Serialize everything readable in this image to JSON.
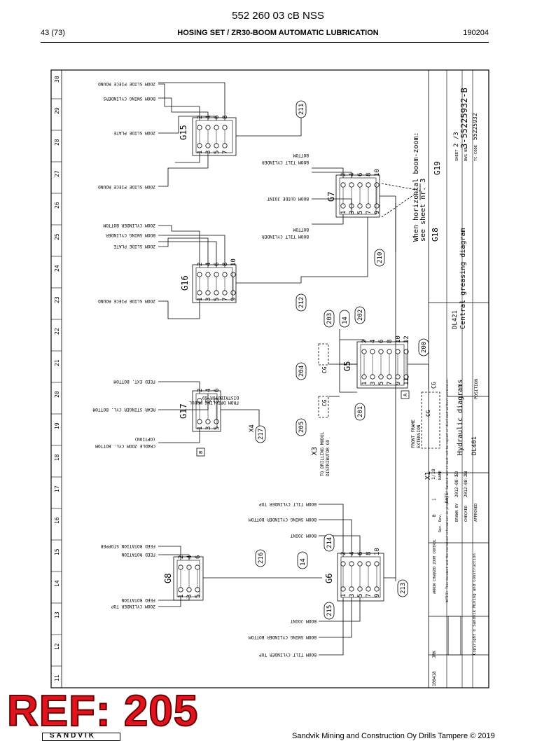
{
  "header": {
    "doc_number": "552 260 03 cB NSS",
    "page": "43 (73)",
    "title": "HOSING SET / ZR30-BOOM AUTOMATIC LUBRICATION",
    "date": "190204"
  },
  "grid_columns": [
    "30",
    "29",
    "28",
    "27",
    "26",
    "25",
    "24",
    "23",
    "22",
    "21",
    "20",
    "19",
    "18",
    "17",
    "16",
    "15",
    "14",
    "13",
    "12",
    "11"
  ],
  "distributors": {
    "g15": "G15",
    "g16": "G16",
    "g17": "G17",
    "g8": "G8",
    "g6": "G6",
    "g5": "G5",
    "g7": "G7",
    "g18": "G18",
    "g19": "G19"
  },
  "callouts": [
    "211",
    "212",
    "210",
    "203",
    "14",
    "202",
    "200",
    "204",
    "201",
    "205",
    "217",
    "216",
    "214",
    "14",
    "215",
    "213"
  ],
  "port_labels": {
    "even_a": [
      "2",
      "4",
      "6",
      "8",
      "10"
    ],
    "odd_a": [
      "1",
      "3",
      "5",
      "7",
      "9"
    ],
    "g5_even": [
      "2",
      "4",
      "6",
      "8",
      "10",
      "12"
    ],
    "g5_odd": [
      "1",
      "3",
      "5",
      "7",
      "9",
      "11"
    ],
    "g17_even": [
      "2",
      "4",
      "6"
    ],
    "g17_odd": [
      "1",
      "3",
      "5"
    ]
  },
  "labels": {
    "zoom_slide_piece_round_1": "ZOOM SLIDE PIECE ROUND",
    "boom_swing_cylinders": "BOOM SWING CYLINDERS",
    "zoom_slide_plate_1": "ZOOM SLIDE PLATE",
    "zoom_slide_piece_round_2": "ZOOM SLIDE PIECE ROUND",
    "zoom_cylinder_bottom": "ZOOM CYLINDER BOTTOM",
    "boom_swing_cylinder": "BOOM SWING CYLINDER",
    "zoom_slide_plate_2": "ZOOM SLIDE PLATE",
    "zoom_slide_piece_round_3": "ZOOM SLIDE PIECE ROUND",
    "boom_tilt_cylinder_bottom_1a": "BOOM TILT CYLINDER",
    "boom_tilt_cylinder_bottom_1b": "BOTTOM",
    "boom_guide_joint": "BOOM GUIDE JOINT",
    "boom_tilt_cylinder_bottom_2a": "BOOM TILT CYLINDER",
    "boom_tilt_cylinder_bottom_2b": "BOTTOM",
    "feed_ext_bottom": "FEED EXT. BOTTOM",
    "rear_stinger_cyl_bottom": "REAR STINGER CYL. BOTTOM",
    "option": "(OPTION)",
    "cradle_zoom_cyl_bottom": "CRADLE ZOOM CYL. BOTTOM",
    "from_drilling_modul_a": "FROM DRILLING MODUL",
    "from_drilling_modul_b": "DISTRIBUTOR G9",
    "x4": "X4",
    "to_drilling_modul_a": "TO DRILLING MODUL",
    "to_drilling_modul_b": "DISTRIBUTOR G9",
    "x3": "X3",
    "front_frame_a": "FRONT FRAME",
    "front_frame_b": "EXTENSION",
    "x1": "X1",
    "x1_sub": "1/18",
    "cg": "CG",
    "box_a": "A",
    "box_b": "B",
    "boom_tilt_cylinder_top_1": "BOOM TILT CYLINDER TOP",
    "boom_swing_cylinder_bottom_1": "BOOM SWING CYLINDER BOTTOM",
    "boom_joint_1": "BOOM JOINT",
    "feed_rotation_stopper_a": "FEED ROTATION STOPPER",
    "feed_rotation_stopper_b": "FEED ROTATION",
    "feed_rotation_bottom": "FEED ROTATION",
    "zoom_cylinder_top": "ZOOM CYLINDER TOP",
    "boom_joint_2": "BOOM JOINT",
    "boom_swing_cylinder_bottom_2": "BOOM SWING CYLINDER BOTTOM",
    "boom_tilt_cylinder_top_2": "BOOM TILT CYLINDER TOP",
    "horizontal_note_a": "When horizontal boom-zoom:",
    "horizontal_note_b": "see sheet nr. 3"
  },
  "title_block": {
    "dl421": "DL421",
    "central_greasing": "Central greasing diagram",
    "hydraulic_diagrams": "Hydraulic diagrams",
    "dl401": "DL401",
    "position": "POSITION",
    "sheet_label": "SHEET",
    "sheet_value": "2 /3",
    "dwg_label": "DWG NR",
    "dwg_value": "3-55225932-B",
    "tc_label": "TC-CODE",
    "tc_value": "55225932",
    "drawn_by": "DRAWN BY",
    "drawn_date": "2012-08-21",
    "drawn_name": "EO",
    "checked": "CHECKED",
    "checked_date": "2012-08-21",
    "checked_name": "JN",
    "approved": "APPROVED",
    "date_label": "DATE",
    "name_label": "NAME",
    "rev_a": "1",
    "rev_b": "B",
    "rev_no": "Rev. Rev.",
    "change_note": "ARROW CHANGED ZOOM CONTROL",
    "brand": "SANDVIK",
    "rev_date": "100418",
    "rev_name": "JRK",
    "copyright": "Copyright © Sandvik Mining and Construction",
    "notice": "NOTICE: This document and the contained information is property of Sandvik and it must not be copied or disclosed without permission."
  },
  "stamp": {
    "text": "REF: 205",
    "color": "#e0141e"
  },
  "footer": {
    "text": "Sandvik Mining and Construction Oy Drills Tampere © 2019"
  }
}
